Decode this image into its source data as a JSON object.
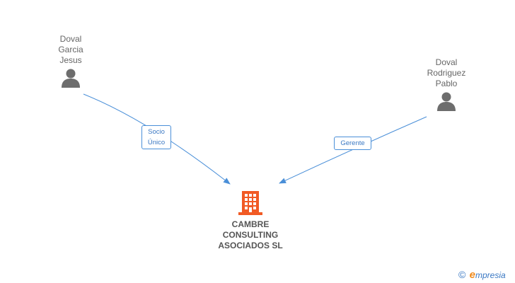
{
  "people": [
    {
      "id": "p1",
      "name_lines": [
        "Doval",
        "Garcia",
        "Jesus"
      ],
      "icon": "person-icon"
    },
    {
      "id": "p2",
      "name_lines": [
        "Doval",
        "Rodriguez",
        "Pablo"
      ],
      "icon": "person-icon"
    }
  ],
  "relations": [
    {
      "from": "p1",
      "to": "company",
      "label_lines": [
        "Socio",
        "Único"
      ]
    },
    {
      "from": "p2",
      "to": "company",
      "label_lines": [
        "Gerente"
      ]
    }
  ],
  "company": {
    "name_lines": [
      "CAMBRE",
      "CONSULTING",
      "ASOCIADOS SL"
    ],
    "icon": "building-icon"
  },
  "footer": {
    "copyright_symbol": "©",
    "brand_initial": "e",
    "brand_rest": "mpresia"
  },
  "colors": {
    "edge": "#4a8fd8",
    "person_icon": "#6d6d6d",
    "building_icon": "#f15a24",
    "text": "#666666"
  }
}
